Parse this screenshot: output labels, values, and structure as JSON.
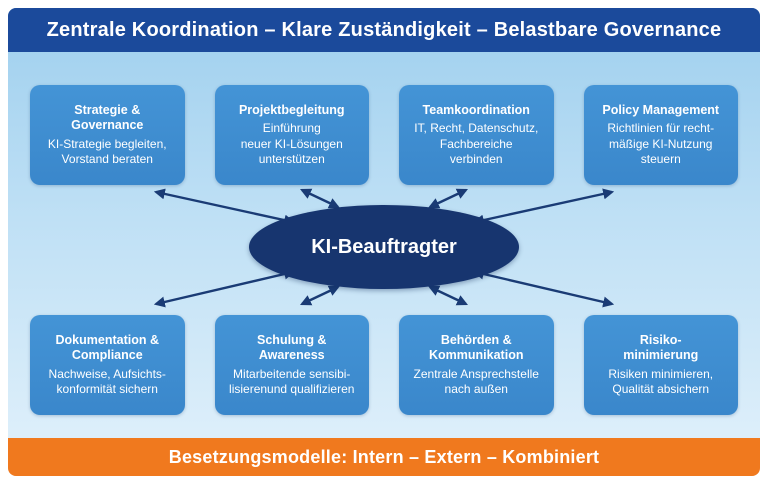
{
  "colors": {
    "header_bg": "#1b4a9b",
    "box_bg": "#3e8ed3",
    "ellipse_bg": "#17356f",
    "footer_bg": "#f0791e",
    "arrow": "#1a3b75",
    "text": "#ffffff"
  },
  "header": {
    "title": "Zentrale Koordination – Klare Zuständigkeit – Belastbare Governance"
  },
  "center": {
    "label": "KI-Beauftragter"
  },
  "boxes": [
    {
      "title": "Strategie &\nGovernance",
      "body": "KI-Strategie begleiten,\nVorstand beraten"
    },
    {
      "title": "Projektbegleitung",
      "body": "Einführung\nneuer KI-Lösungen\nunterstützen"
    },
    {
      "title": "Teamkoordination",
      "body": "IT, Recht, Datenschutz,\nFachbereiche\nverbinden"
    },
    {
      "title": "Policy Management",
      "body": "Richtlinien für recht-\nmäßige KI-Nutzung\nsteuern"
    },
    {
      "title": "Dokumentation &\nCompliance",
      "body": "Nachweise, Aufsichts-\nkonformität sichern"
    },
    {
      "title": "Schulung &\nAwareness",
      "body": "Mitarbeitende sensibi-\nlisierenund qualifizieren"
    },
    {
      "title": "Behörden &\nKommunikation",
      "body": "Zentrale Ansprechstelle\nnach außen"
    },
    {
      "title": "Risiko-\nminimierung",
      "body": "Risiken minimieren,\nQualität absichern"
    }
  ],
  "footer": {
    "title": "Besetzungsmodelle: Intern – Extern – Kombiniert"
  }
}
